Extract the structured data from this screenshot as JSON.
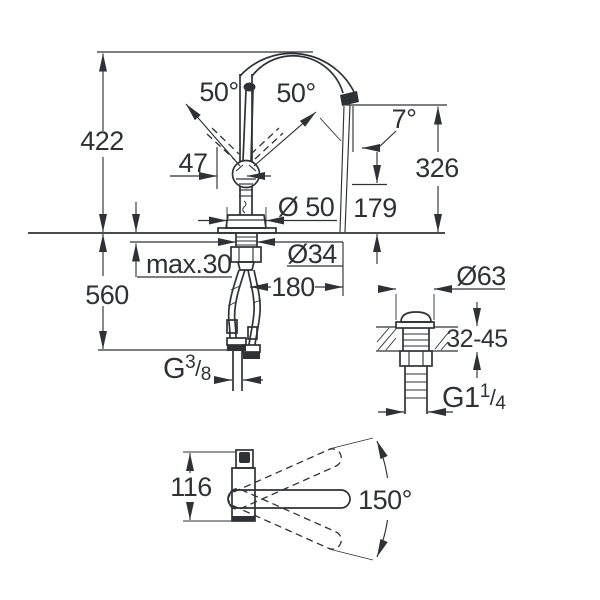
{
  "drawing": {
    "type": "faucet-installation-dimension-drawing",
    "line_color": "#2e3236",
    "background_color": "#ffffff",
    "views": {
      "main": {
        "name": "side-elevation-with-mounting",
        "total_height": "422",
        "height_below_deck": "560",
        "lever_angle_left": "50°",
        "lever_angle_right": "50°",
        "lever_offset": "47",
        "spout_stream_angle": "7°",
        "spout_outlet_height": "326",
        "aux_height": "179",
        "base_diameter": "Ø 50",
        "shank_diameter": "Ø34",
        "max_deck_thickness": "max.30",
        "projection": "180",
        "supply_thread": {
          "prefix": "G",
          "sup": "3",
          "slash": "/",
          "sub": "8"
        }
      },
      "drain": {
        "name": "waste-fitting-section",
        "flange_diameter": "Ø63",
        "deck_thickness_range": "32-45",
        "thread": {
          "prefix": "G1",
          "sup": "1",
          "slash": "/",
          "sub": "4"
        }
      },
      "top": {
        "name": "plan-view-swivel-range",
        "body_length": "116",
        "swivel_range": "150°"
      }
    }
  }
}
